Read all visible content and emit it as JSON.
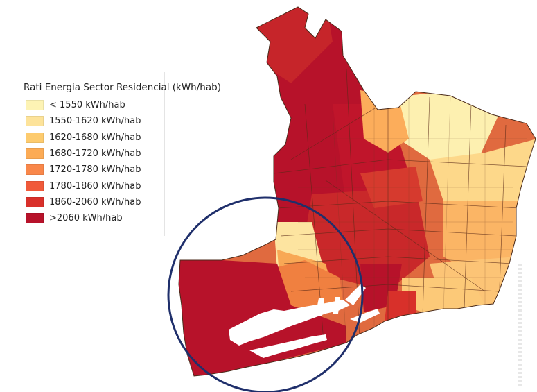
{
  "legend": {
    "title": "Rati Energia  Sector Residencial (kWh/hab)",
    "items": [
      {
        "label": "< 1550 kWh/hab",
        "color": "#fdf3b4"
      },
      {
        "label": "1550-1620  kWh/hab",
        "color": "#fde39a"
      },
      {
        "label": "1620-1680 kWh/hab",
        "color": "#fdcb6e"
      },
      {
        "label": "1680-1720 kWh/hab",
        "color": "#fcab55"
      },
      {
        "label": "1720-1780 kWh/hab",
        "color": "#f9874a"
      },
      {
        "label": "1780-1860 kWh/hab",
        "color": "#f05a3a"
      },
      {
        "label": "1860-2060 kWh/hab",
        "color": "#d9302a"
      },
      {
        "label": ">2060 kWh/hab",
        "color": "#b7122a"
      }
    ]
  },
  "map": {
    "highlight_circle_color": "#1f2f6b",
    "outline_color": "#4a2a1a"
  }
}
